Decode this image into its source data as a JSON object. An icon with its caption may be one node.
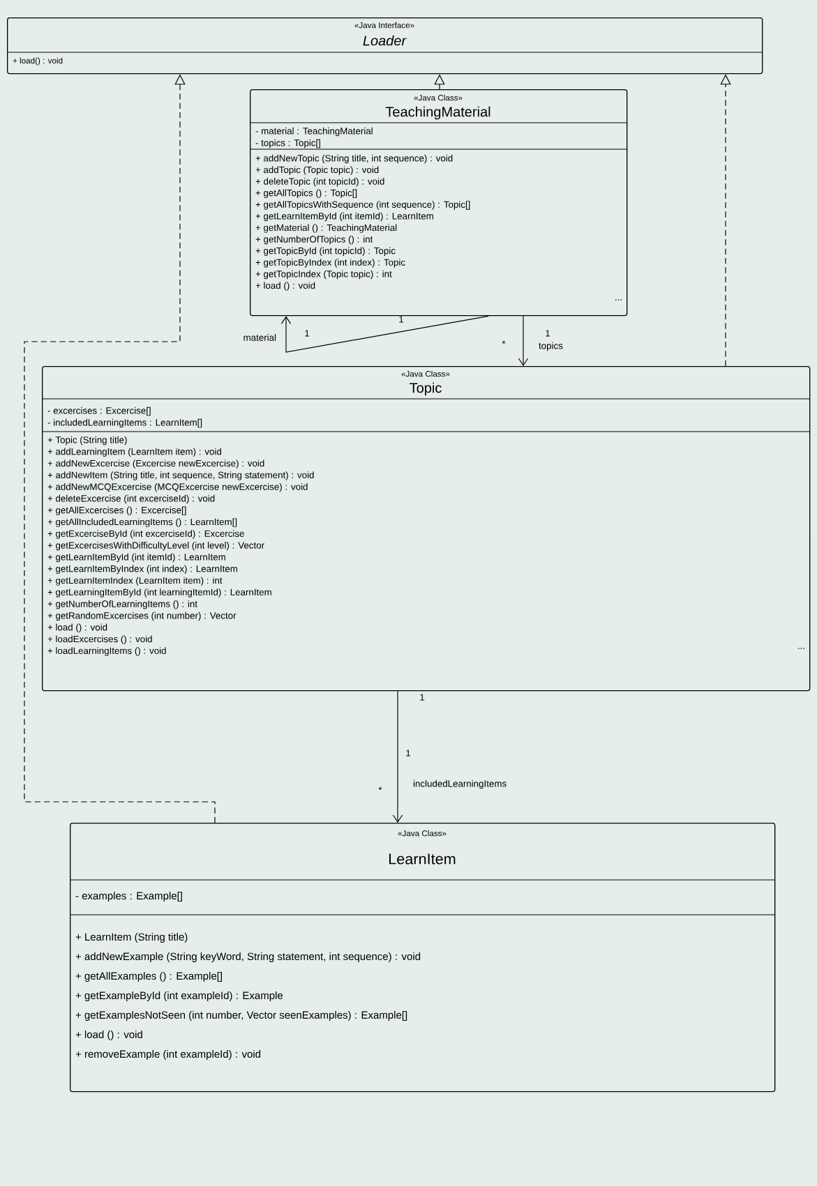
{
  "diagram": {
    "nodes": [
      {
        "text": [
          "«Java Interface»",
          "Loader",
          "+ load() : void"
        ]
      },
      {
        "text": [
          "«Java Class»",
          "TeachingMaterial",
          "- material : TeachingMaterial",
          "- topics : Topic[]",
          "+ addNewTopic (String title, int sequence) : void",
          "+ addTopic (Topic topic) : void",
          "+ deleteTopic (int topicId) : void",
          "+ getAllTopics () : Topic[]",
          "+ getAllTopicsWithSequence (int sequence) : Topic[]",
          "+ getLearnItemById (int itemId) : LearnItem",
          "+ getMaterial () : TeachingMaterial",
          "+ getNumberOfTopics () : int",
          "+ getTopicById (int topicId) : Topic",
          "+ getTopicByIndex (int index) : Topic",
          "+ getTopicIndex (Topic topic) : int",
          "+ load () : void",
          "..."
        ]
      },
      {
        "text": [
          "«Java Class»",
          "Topic",
          "- excercises : Excercise[]",
          "- includedLearningItems : LearnItem[]",
          "+ Topic (String title)",
          "+ addLearningItem (LearnItem item) : void",
          "+ addNewExcercise (Excercise newExcercise) : void",
          "+ addNewItem (String title, int sequence, String statement) : void",
          "+ addNewMCQExcercise (MCQExcercise newExcercise) : void",
          "+ deleteExcercise (int excerciseId) : void",
          "+ getAllExcercises () : Excercise[]",
          "+ getAllIncludedLearningItems () : LearnItem[]",
          "+ getExcerciseById (int excerciseId) : Excercise",
          "+ getExcercisesWithDifficultyLevel (int level) : Vector",
          "+ getLearnItemById (int itemId) : LearnItem",
          "+ getLearnItemByIndex (int index) : LearnItem",
          "+ getLearnItemIndex (LearnItem item) : int",
          "+ getLearningItemById (int learningItemId) : LearnItem",
          "+ getNumberOfLearningItems () : int",
          "+ getRandomExcercises (int number) : Vector",
          "+ load () : void",
          "+ loadExcercises () : void",
          "+ loadLearningItems () : void",
          "..."
        ]
      },
      {
        "text": [
          "«Java Class»",
          "LearnItem",
          "- examples : Example[]",
          "+ LearnItem (String title)",
          "+ addNewExample (String keyWord, String statement, int sequence) : void",
          "+ getAllExamples () : Example[]",
          "+ getExampleById (int exampleId) : Example",
          "+ getExamplesNotSeen (int number, Vector seenExamples) : Example[]",
          "+ load () : void",
          "+ removeExample (int exampleId) : void"
        ]
      }
    ],
    "edges": [
      {
        "from": 1,
        "to": 0,
        "arrow": "to",
        "style": "dashed"
      },
      {
        "from": 2,
        "to": 0,
        "arrow": "to",
        "style": "dashed"
      },
      {
        "from": 3,
        "to": 0,
        "arrow": "to",
        "style": "dashed"
      },
      {
        "from": 1,
        "to": 1,
        "arrow": "to",
        "label": "material"
      },
      {
        "from": 1,
        "to": 2,
        "arrow": "to",
        "label": "topics"
      },
      {
        "from": 2,
        "to": 3,
        "arrow": "to",
        "label": "includedLearningItems"
      }
    ],
    "labels": [
      "1",
      "1",
      "1",
      "*",
      "1",
      "1",
      "*"
    ]
  }
}
